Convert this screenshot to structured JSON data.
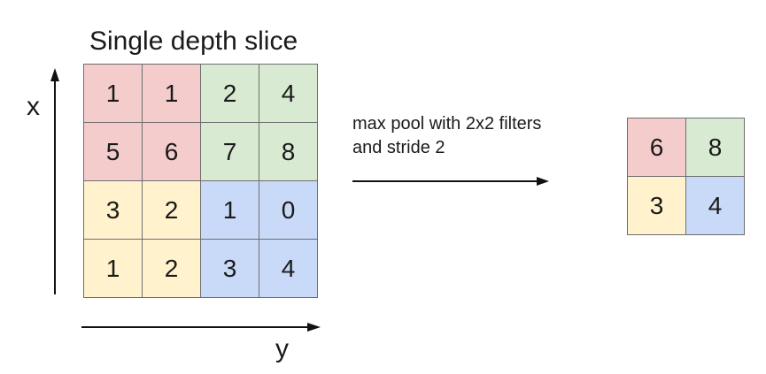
{
  "title": "Single depth slice",
  "axes": {
    "x_label": "x",
    "y_label": "y"
  },
  "operation": {
    "line1": "max pool with 2x2 filters",
    "line2": "and stride 2"
  },
  "colors": {
    "red": "#f4cccc",
    "green": "#d9ead3",
    "yellow": "#fff2cc",
    "blue": "#c9daf8"
  },
  "input_grid": [
    [
      {
        "value": "1",
        "color": "#f4cccc"
      },
      {
        "value": "1",
        "color": "#f4cccc"
      },
      {
        "value": "2",
        "color": "#d9ead3"
      },
      {
        "value": "4",
        "color": "#d9ead3"
      }
    ],
    [
      {
        "value": "5",
        "color": "#f4cccc"
      },
      {
        "value": "6",
        "color": "#f4cccc"
      },
      {
        "value": "7",
        "color": "#d9ead3"
      },
      {
        "value": "8",
        "color": "#d9ead3"
      }
    ],
    [
      {
        "value": "3",
        "color": "#fff2cc"
      },
      {
        "value": "2",
        "color": "#fff2cc"
      },
      {
        "value": "1",
        "color": "#c9daf8"
      },
      {
        "value": "0",
        "color": "#c9daf8"
      }
    ],
    [
      {
        "value": "1",
        "color": "#fff2cc"
      },
      {
        "value": "2",
        "color": "#fff2cc"
      },
      {
        "value": "3",
        "color": "#c9daf8"
      },
      {
        "value": "4",
        "color": "#c9daf8"
      }
    ]
  ],
  "output_grid": [
    [
      {
        "value": "6",
        "color": "#f4cccc"
      },
      {
        "value": "8",
        "color": "#d9ead3"
      }
    ],
    [
      {
        "value": "3",
        "color": "#fff2cc"
      },
      {
        "value": "4",
        "color": "#c9daf8"
      }
    ]
  ]
}
